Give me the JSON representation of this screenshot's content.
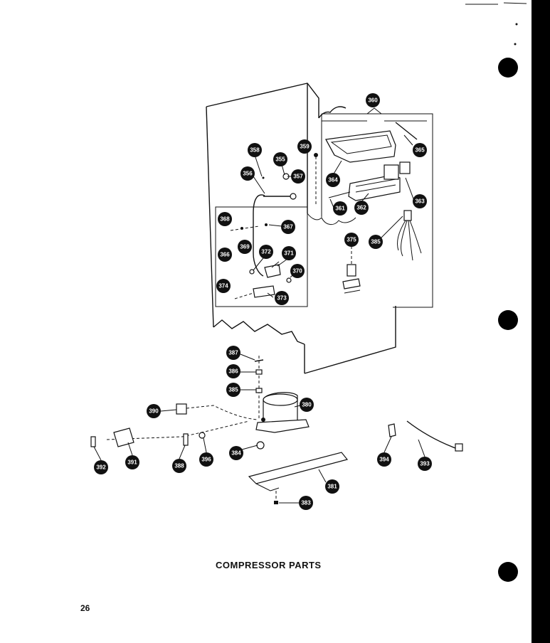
{
  "caption": "COMPRESSOR PARTS",
  "page_number": "26",
  "callouts": [
    {
      "id": "c360",
      "label": "360"
    },
    {
      "id": "c364",
      "label": "364"
    },
    {
      "id": "c365",
      "label": "365"
    },
    {
      "id": "c363",
      "label": "363"
    },
    {
      "id": "c362",
      "label": "362"
    },
    {
      "id": "c361",
      "label": "361"
    },
    {
      "id": "c359",
      "label": "359"
    },
    {
      "id": "c358",
      "label": "358"
    },
    {
      "id": "c355",
      "label": "355"
    },
    {
      "id": "c357",
      "label": "357"
    },
    {
      "id": "c356",
      "label": "356"
    },
    {
      "id": "c368",
      "label": "368"
    },
    {
      "id": "c367",
      "label": "367"
    },
    {
      "id": "c369",
      "label": "369"
    },
    {
      "id": "c366",
      "label": "366"
    },
    {
      "id": "c372",
      "label": "372"
    },
    {
      "id": "c371",
      "label": "371"
    },
    {
      "id": "c370",
      "label": "370"
    },
    {
      "id": "c374",
      "label": "374"
    },
    {
      "id": "c373",
      "label": "373"
    },
    {
      "id": "c375",
      "label": "375"
    },
    {
      "id": "c385b",
      "label": "385"
    },
    {
      "id": "c387",
      "label": "387"
    },
    {
      "id": "c386",
      "label": "386"
    },
    {
      "id": "c385",
      "label": "385"
    },
    {
      "id": "c390",
      "label": "390"
    },
    {
      "id": "c380",
      "label": "380"
    },
    {
      "id": "c388",
      "label": "388"
    },
    {
      "id": "c396",
      "label": "396"
    },
    {
      "id": "c384",
      "label": "384"
    },
    {
      "id": "c392",
      "label": "392"
    },
    {
      "id": "c391",
      "label": "391"
    },
    {
      "id": "c381",
      "label": "381"
    },
    {
      "id": "c383",
      "label": "383"
    },
    {
      "id": "c394",
      "label": "394"
    },
    {
      "id": "c393",
      "label": "393"
    }
  ]
}
